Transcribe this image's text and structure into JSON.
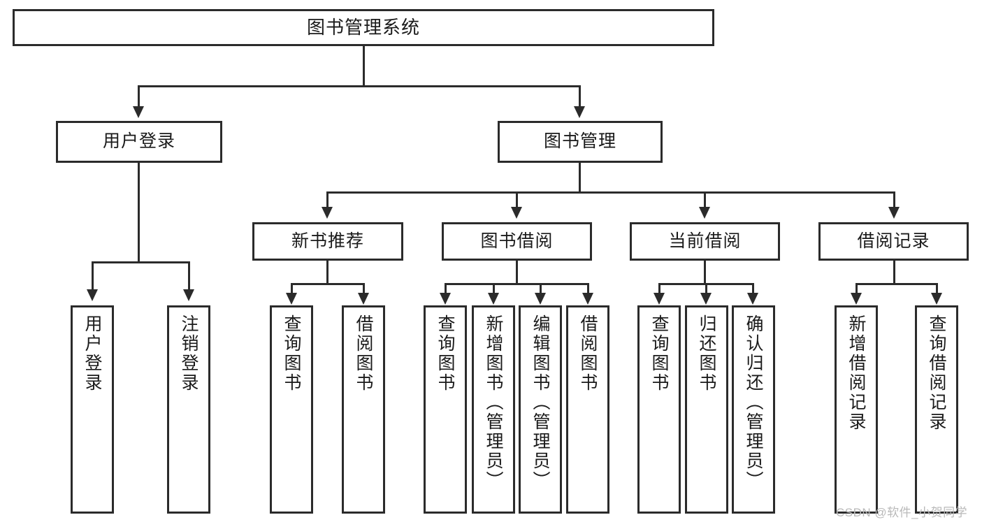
{
  "diagram": {
    "title": "图书管理系统",
    "type": "tree-hierarchy-diagram",
    "colors": {
      "background": "#ffffff",
      "border": "#2b2b2b",
      "text": "#1a1a1a",
      "watermark": "#b9b9b9"
    },
    "root": {
      "label": "图书管理系统"
    },
    "level2": [
      {
        "label": "用户登录"
      },
      {
        "label": "图书管理"
      }
    ],
    "level3": [
      {
        "label": "新书推荐"
      },
      {
        "label": "图书借阅"
      },
      {
        "label": "当前借阅"
      },
      {
        "label": "借阅记录"
      }
    ],
    "leaves": {
      "user_login": [
        {
          "label": "用户登录"
        },
        {
          "label": "注销登录"
        }
      ],
      "new_book_recommend": [
        {
          "label": "查询图书"
        },
        {
          "label": "借阅图书"
        }
      ],
      "book_borrow": [
        {
          "label": "查询图书"
        },
        {
          "label": "新增图书（管理员）"
        },
        {
          "label": "编辑图书（管理员）"
        },
        {
          "label": "借阅图书"
        }
      ],
      "current_borrow": [
        {
          "label": "查询图书"
        },
        {
          "label": "归还图书"
        },
        {
          "label": "确认归还（管理员）"
        }
      ],
      "borrow_record": [
        {
          "label": "新增借阅记录"
        },
        {
          "label": "查询借阅记录"
        }
      ]
    }
  },
  "watermark": {
    "text": "CSDN @软件_小贺同学"
  }
}
